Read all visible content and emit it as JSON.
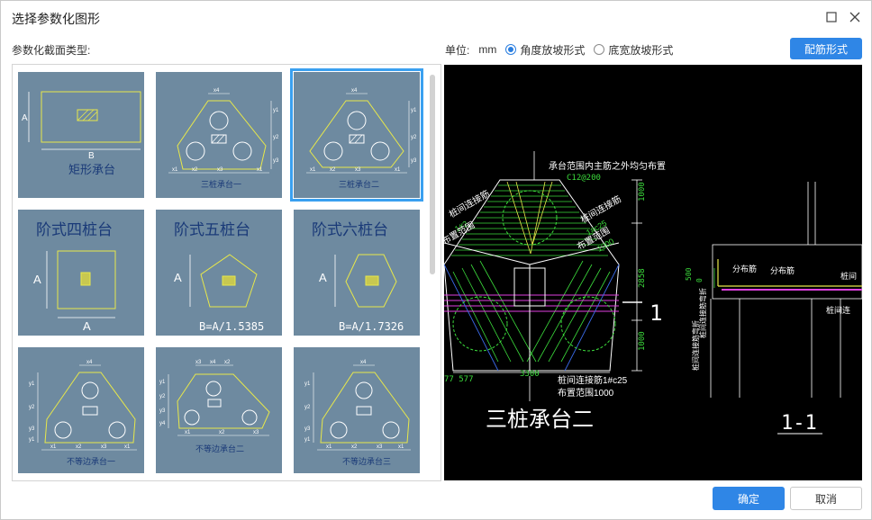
{
  "dialog": {
    "title": "选择参数化图形",
    "section_label": "参数化截面类型:",
    "unit_label": "单位:",
    "unit_value": "mm",
    "slope_options": [
      {
        "label": "角度放坡形式",
        "selected": true
      },
      {
        "label": "底宽放坡形式",
        "selected": false
      }
    ],
    "rebar_button": "配筋形式",
    "ok_button": "确定",
    "cancel_button": "取消"
  },
  "gallery": {
    "selected_index": 2,
    "items": [
      {
        "caption": "矩形承台",
        "dim_a": "A",
        "dim_b": "B"
      },
      {
        "caption": "三桩承台一",
        "dims": [
          "x4",
          "y1",
          "y2",
          "y3",
          "x1",
          "x2",
          "x3",
          "x1"
        ]
      },
      {
        "caption": "三桩承台二",
        "dims": [
          "x4",
          "y1",
          "y2",
          "y3",
          "x1",
          "x2",
          "x3",
          "x1"
        ]
      },
      {
        "caption": "阶式四桩台",
        "dim_a": "A",
        "dim_b": "A"
      },
      {
        "caption": "阶式五桩台",
        "dim_a": "A",
        "formula": "B=A/1.5385"
      },
      {
        "caption": "阶式六桩台",
        "dim_a": "A",
        "formula": "B=A/1.7326"
      },
      {
        "caption": "不等边承台一",
        "dims": [
          "x4",
          "y1",
          "y2",
          "y3",
          "y1",
          "x1",
          "x2",
          "x3",
          "x1"
        ]
      },
      {
        "caption": "不等边承台二",
        "dims": [
          "x3",
          "x4",
          "x2",
          "y1",
          "y2",
          "y3",
          "y4",
          "x1",
          "x2",
          "x3"
        ]
      },
      {
        "caption": "不等边承台三",
        "dims": [
          "x4",
          "y1",
          "y2",
          "y3",
          "y1",
          "x1",
          "x2",
          "x3",
          "x1"
        ]
      }
    ]
  },
  "preview": {
    "title": "三桩承台二",
    "note_top": "承台范围内主筋之外均匀布置",
    "note_rebar": "C12@200",
    "label_between_left": "桩间连接筋",
    "label_between_left2": "1#2",
    "label_range_left": "布置范围",
    "label_between_right": "桩间连接筋",
    "label_between_right2": "1#c25",
    "label_range_right": "布置范围",
    "label_range_right2": "1000",
    "bottom_between": "桩间连接筋1#c25",
    "bottom_range": "布置范围1000",
    "dim_1000_top": "1000",
    "dim_2858": "2858",
    "dim_1000_bot": "1000",
    "dim_3300": "3300",
    "dim_577": "77 577",
    "section_mark": "1",
    "section_title": "1-1",
    "sec_label_fenbu1": "分布筋",
    "sec_label_fenbu2": "分布筋",
    "sec_label_zhuang": "桩间",
    "sec_label_lian": "桩间连",
    "sec_dim_500": "500",
    "sec_dim_0": "0",
    "sec_vertical_text": "桩间连接筋弯折",
    "sec_vertical_text2": "桩间连接筋弯折"
  }
}
